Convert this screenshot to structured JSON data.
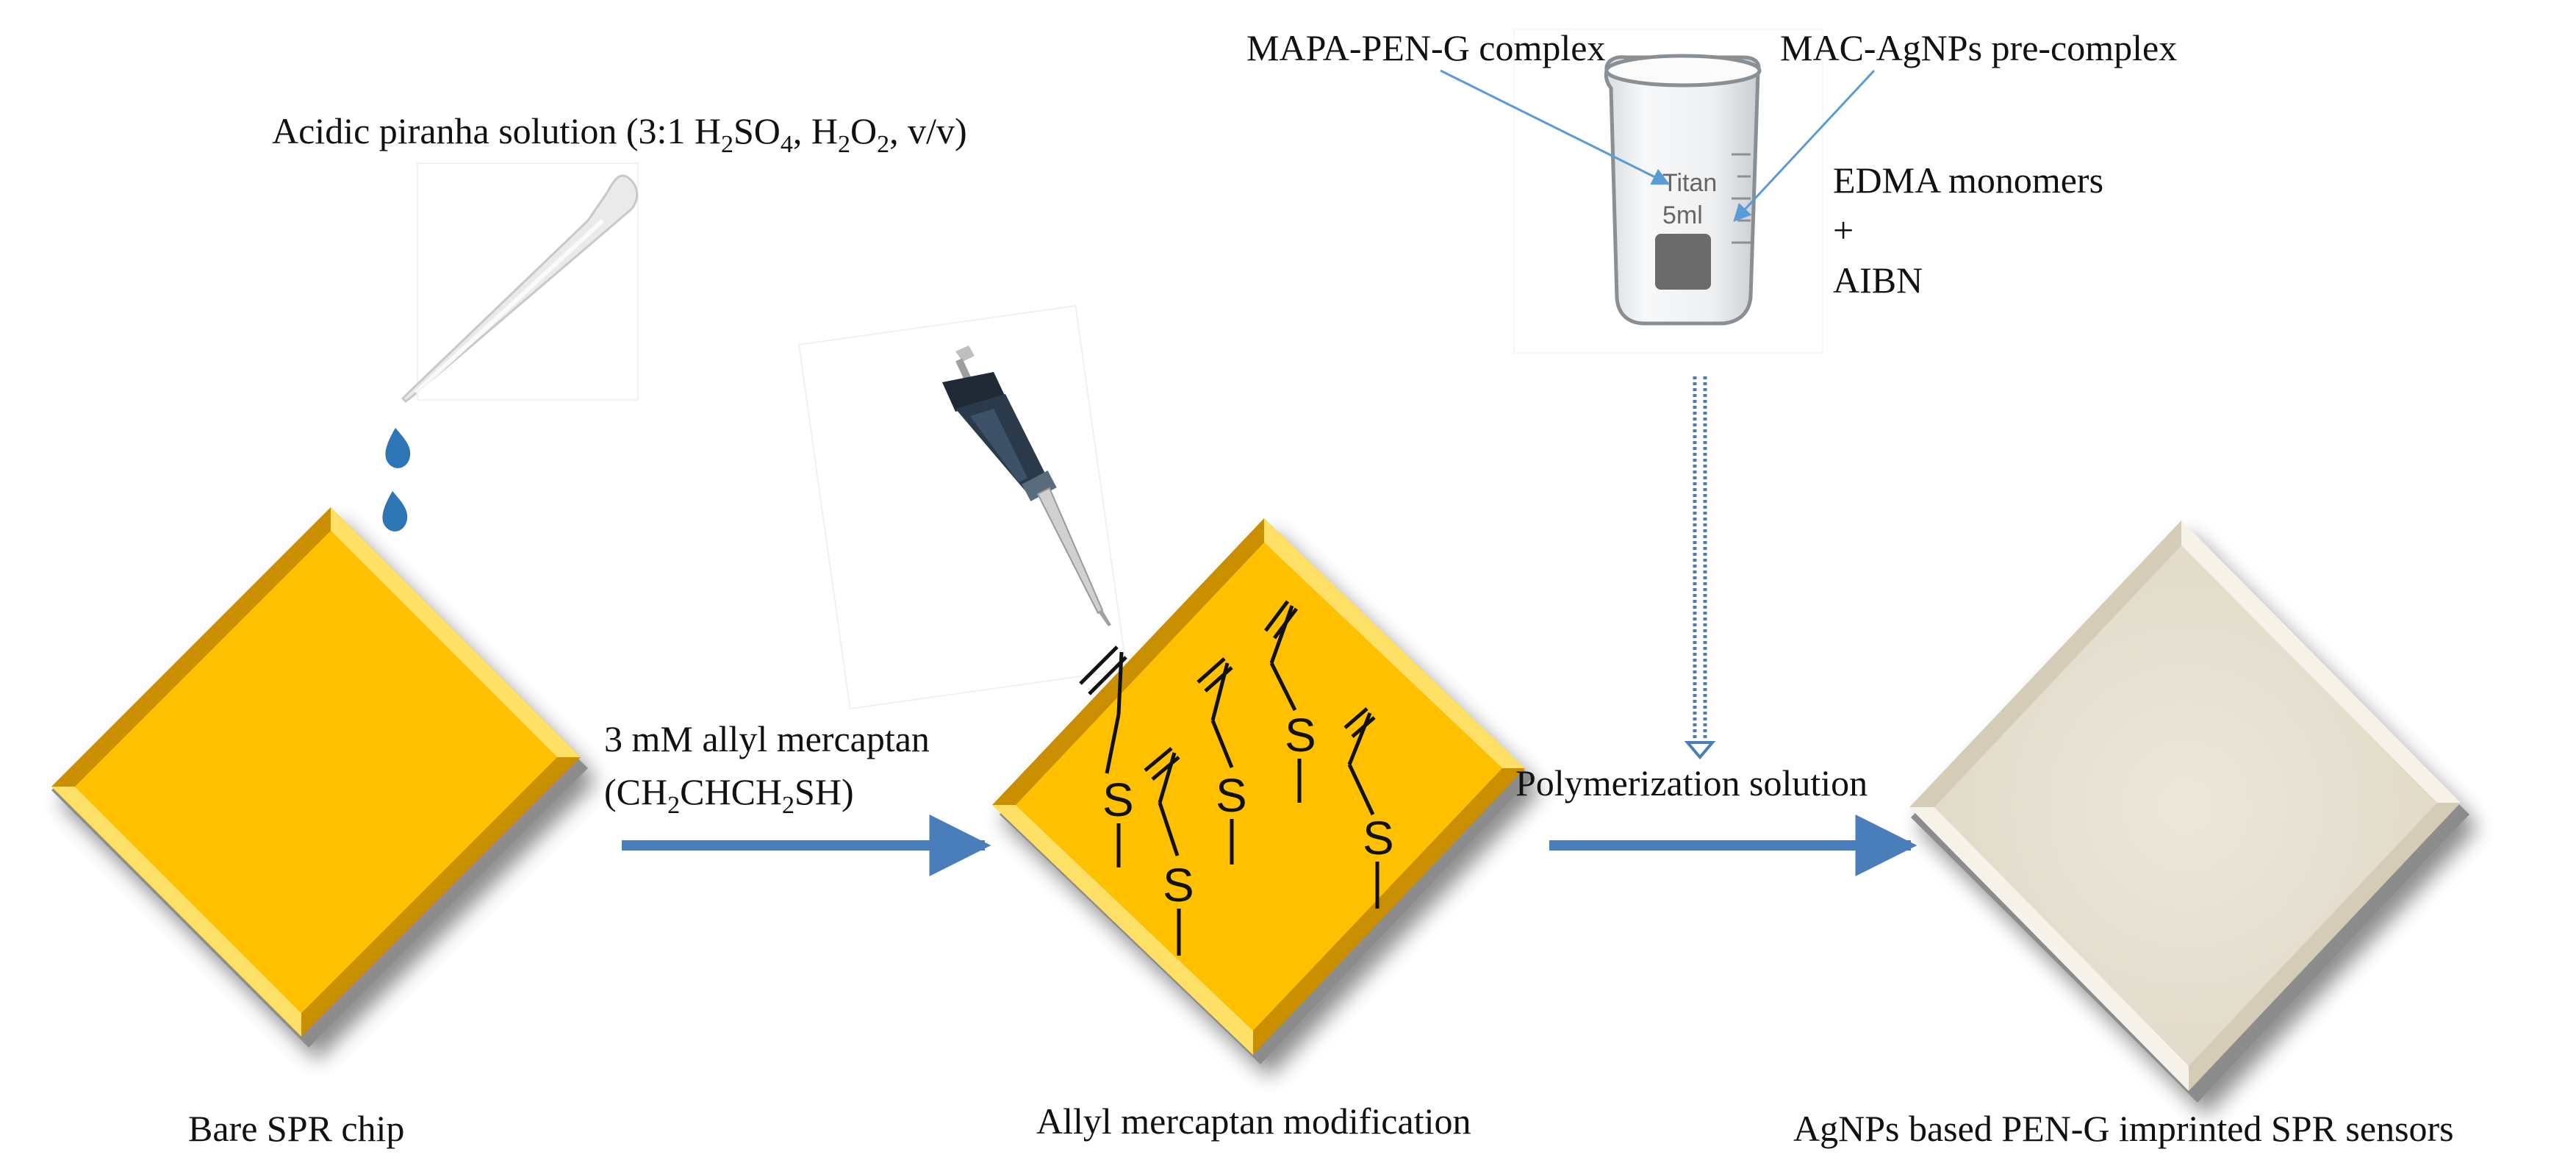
{
  "labels": {
    "piranha_prefix": "Acidic piranha solution (3:1 H",
    "piranha_sub1": "2",
    "piranha_mid1": "SO",
    "piranha_sub2": "4",
    "piranha_mid2": ", H",
    "piranha_sub3": "2",
    "piranha_mid3": "O",
    "piranha_sub4": "2",
    "piranha_suffix": ", v/v)",
    "mapa": "MAPA-PEN-G complex",
    "mac": "MAC-AgNPs pre-complex",
    "edma": "EDMA monomers",
    "plus": "+",
    "aibn": "AIBN",
    "beaker_brand": "Titan",
    "beaker_volume": "5ml",
    "allyl_line1": "3 mM allyl mercaptan",
    "allyl_p1": "(CH",
    "allyl_s1": "2",
    "allyl_p2": "CHCH",
    "allyl_s2": "2",
    "allyl_p3": "SH)",
    "polymerization": "Polymerization solution",
    "bare_chip": "Bare SPR chip",
    "allyl_mod": "Allyl mercaptan modification",
    "sensor": "AgNPs based PEN-G imprinted SPR sensors",
    "sulfur": "S"
  },
  "colors": {
    "gold": "#ffc000",
    "gold_bevel_light": "#ffe066",
    "gold_bevel_dark": "#c98f00",
    "chip_base": "#8c8c8c",
    "sensor_fill": "#e8e2d4",
    "arrow": "#4a7ebb",
    "drop": "#2e75b6",
    "pointer": "#5b9bd5"
  },
  "icons": [
    "pasteur-pipette-icon",
    "water-drop-icon",
    "micropipette-icon",
    "beaker-icon"
  ]
}
